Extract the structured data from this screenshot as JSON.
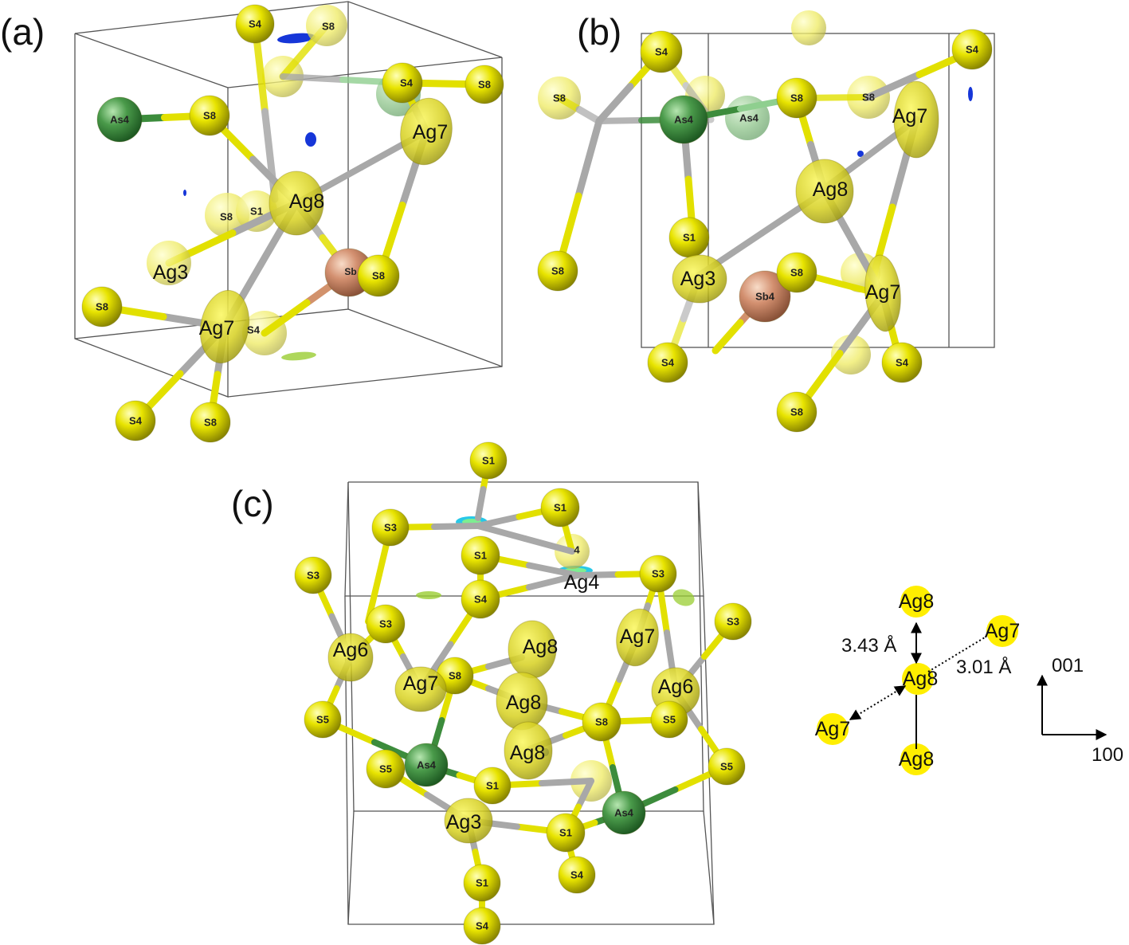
{
  "panels": [
    {
      "id": "a",
      "letter": "(a)",
      "labels": [
        "S4",
        "S8",
        "S4",
        "S8",
        "As4",
        "S8",
        "Ag7",
        "Ag8",
        "S8",
        "S1",
        "Ag3",
        "Sb",
        "S8",
        "S8",
        "Ag7",
        "S4",
        "S4",
        "S8"
      ]
    },
    {
      "id": "b",
      "letter": "(b)",
      "labels": [
        "S4",
        "S4",
        "S8",
        "As4",
        "As4",
        "S8",
        "S8",
        "Ag7",
        "Ag8",
        "S1",
        "S8",
        "Ag3",
        "Sb4",
        "S8",
        "Ag7",
        "S4",
        "S4",
        "S8"
      ]
    },
    {
      "id": "c",
      "letter": "(c)",
      "labels": [
        "S1",
        "S1",
        "S3",
        "S1",
        "4",
        "S3",
        "Ag4",
        "S3",
        "S4",
        "S3",
        "S3",
        "Ag7",
        "Ag8",
        "Ag6",
        "Ag7",
        "S8",
        "Ag8",
        "Ag6",
        "S5",
        "S8",
        "S5",
        "Ag8",
        "As4",
        "S5",
        "S5",
        "S1",
        "As4",
        "Ag3",
        "S1",
        "S1",
        "S4",
        "S4"
      ]
    }
  ],
  "inset": {
    "labels": [
      "Ag8",
      "Ag7",
      "Ag8",
      "Ag7",
      "Ag8"
    ],
    "distances": [
      "3.43 Å",
      "3.01 Å"
    ],
    "axes": [
      "001",
      "100"
    ]
  },
  "colors": {
    "sulfur": "#e2e000",
    "silver_ellipsoid": "#e8e100",
    "arsenic": "#3c8c3c",
    "antimony": "#d2926c",
    "iso_blue": "#1636d8",
    "iso_cyan": "#27c8e8",
    "iso_green": "#9acd32",
    "bond_grey": "#a8a8a8",
    "cell_line": "#555555"
  }
}
